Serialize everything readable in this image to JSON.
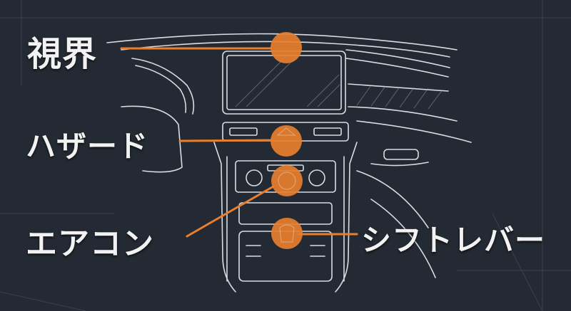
{
  "labels": {
    "visibility": "視界",
    "hazard": "ハザード",
    "aircon": "エアコン",
    "shift_lever": "シフトレバー"
  },
  "colors": {
    "background": "#242a33",
    "lines": "#d9dde2",
    "accent": "#e87f2e",
    "text": "#f2f2f2"
  }
}
